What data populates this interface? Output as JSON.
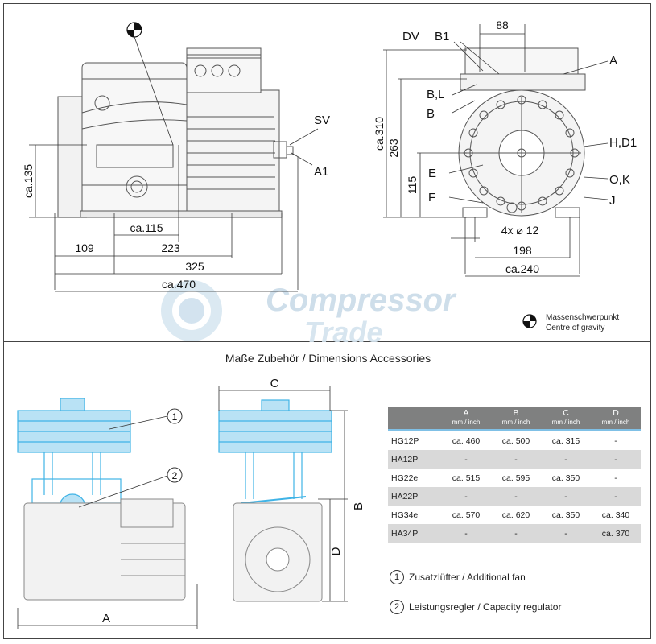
{
  "top_left": {
    "labels": {
      "sv": "SV",
      "a1": "A1"
    },
    "dimensions": {
      "ca135": "ca.135",
      "ca115": "ca.115",
      "d109": "109",
      "d223": "223",
      "d325": "325",
      "ca470": "ca.470"
    }
  },
  "top_right": {
    "labels": {
      "dv": "DV",
      "b1": "B1",
      "a": "A",
      "bl": "B,L",
      "b": "B",
      "hd1": "H,D1",
      "e": "E",
      "ok": "O,K",
      "f": "F",
      "j": "J"
    },
    "dimensions": {
      "d88": "88",
      "ca310": "ca.310",
      "d263": "263",
      "d115": "115",
      "holes": "4x ⌀ 12",
      "d198": "198",
      "ca240": "ca.240"
    }
  },
  "watermark": {
    "line1": "Compressor",
    "line2": "Trade"
  },
  "cog_legend": {
    "de": "Massenschwerpunkt",
    "en": "Centre of gravity"
  },
  "accessories": {
    "title": "Maße Zubehör / Dimensions Accessories",
    "drawing_labels": {
      "a": "A",
      "b": "B",
      "c": "C",
      "d": "D",
      "n1": "1",
      "n2": "2"
    },
    "table": {
      "unit": "mm / inch",
      "headers": [
        "A",
        "B",
        "C",
        "D"
      ],
      "rows": [
        {
          "model": "HG12P",
          "a": "ca. 460",
          "b": "ca. 500",
          "c": "ca. 315",
          "d": "-"
        },
        {
          "model": "HA12P",
          "a": "-",
          "b": "-",
          "c": "-",
          "d": "-"
        },
        {
          "model": "HG22e",
          "a": "ca. 515",
          "b": "ca. 595",
          "c": "ca. 350",
          "d": "-"
        },
        {
          "model": "HA22P",
          "a": "-",
          "b": "-",
          "c": "-",
          "d": "-"
        },
        {
          "model": "HG34e",
          "a": "ca. 570",
          "b": "ca. 620",
          "c": "ca. 350",
          "d": "ca. 340"
        },
        {
          "model": "HA34P",
          "a": "-",
          "b": "-",
          "c": "-",
          "d": "ca. 370"
        }
      ]
    },
    "legend": [
      {
        "num": "1",
        "text": "Zusatzlüfter / Additional fan"
      },
      {
        "num": "2",
        "text": "Leistungsregler / Capacity regulator"
      }
    ]
  },
  "colors": {
    "accent_blue": "#3fb3e6",
    "table_header": "#7f8080",
    "table_row_alt": "#d9d9d9",
    "watermark": "#c9dbe8"
  }
}
